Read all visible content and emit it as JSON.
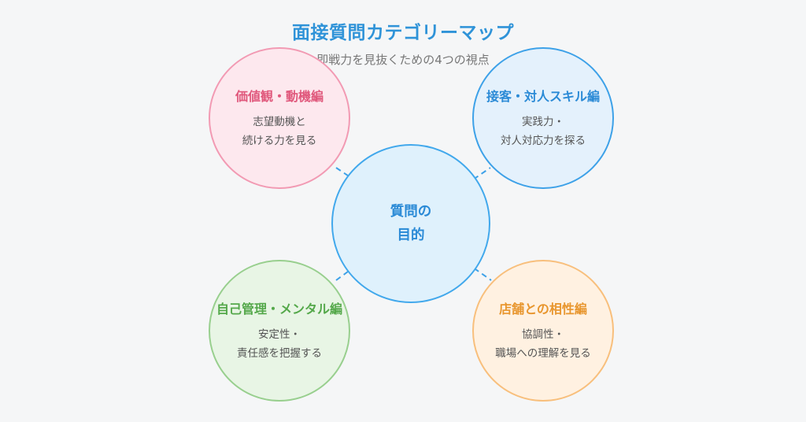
{
  "title": "面接質問カテゴリーマップ",
  "subtitle": "即戦力を見抜くための4つの視点",
  "center": {
    "lines": [
      "質問の",
      "目的"
    ]
  },
  "categories": [
    {
      "title": "価値観・動機編",
      "desc": [
        "志望動機と",
        "続ける力を見る"
      ],
      "color": "#e0587c"
    },
    {
      "title": "接客・対人スキル編",
      "desc": [
        "実践力・",
        "対人対応力を探る"
      ],
      "color": "#2a8ad6"
    },
    {
      "title": "自己管理・メンタル編",
      "desc": [
        "安定性・",
        "責任感を把握する"
      ],
      "color": "#54a84a"
    },
    {
      "title": "店舗との相性編",
      "desc": [
        "協調性・",
        "職場への理解を見る"
      ],
      "color": "#e8962e"
    }
  ]
}
